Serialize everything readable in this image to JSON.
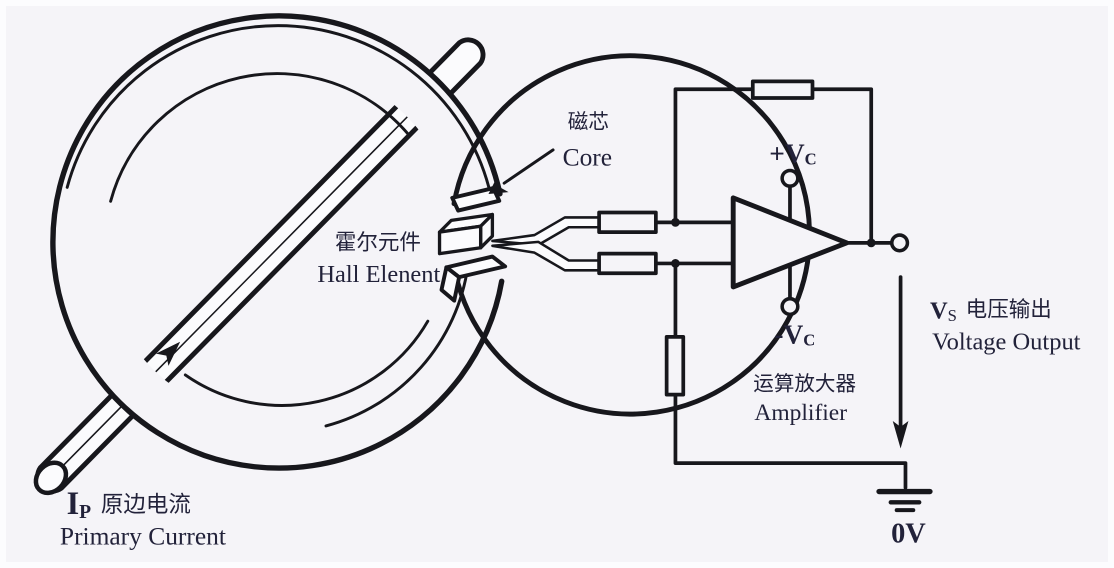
{
  "colors": {
    "background": "#f5f4f8",
    "ink": "#17171c",
    "text": "#22223a"
  },
  "labels": {
    "core": {
      "zh": "磁芯",
      "en": "Core"
    },
    "hall": {
      "zh": "霍尔元件",
      "en": "Hall Elenent"
    },
    "primary": {
      "sym": "I",
      "sub": "P",
      "zh": "原边电流",
      "en": "Primary Current"
    },
    "vcc_plus": {
      "main": "+V",
      "sub": "C"
    },
    "vcc_minus": {
      "main": "-V",
      "sub": "C"
    },
    "amplifier": {
      "zh": "运算放大器",
      "en": "Amplifier"
    },
    "output": {
      "sym": "V",
      "sub": "S",
      "zh": "电压输出",
      "en": "Voltage Output"
    },
    "ground": "0V"
  }
}
